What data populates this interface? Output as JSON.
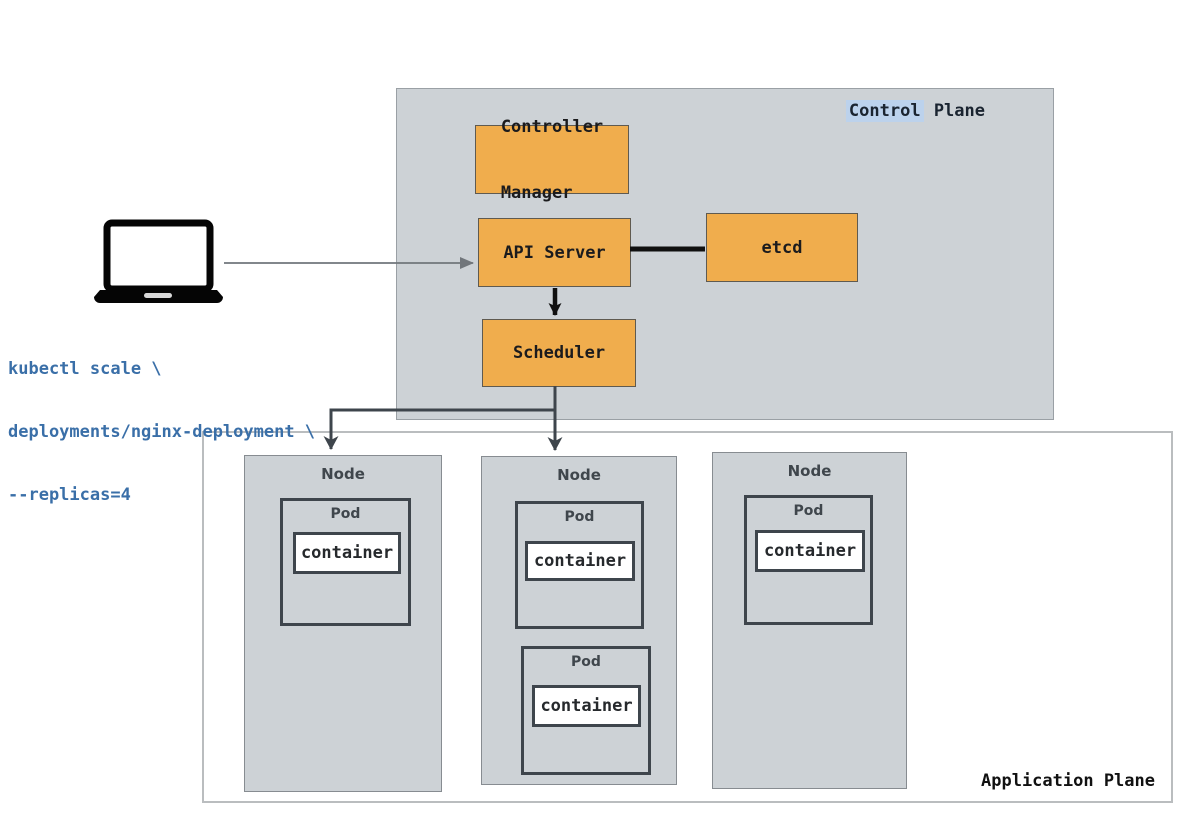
{
  "control_plane": {
    "title_highlight": "Control",
    "title_rest": " Plane",
    "components": [
      {
        "id": "controller-manager",
        "line1": "Controller",
        "line2": "Manager"
      },
      {
        "id": "api-server",
        "label": "API Server"
      },
      {
        "id": "etcd",
        "label": "etcd"
      },
      {
        "id": "scheduler",
        "label": "Scheduler"
      }
    ]
  },
  "command": {
    "lines": [
      "kubectl scale \\",
      "deployments/nginx-deployment \\",
      "--replicas=4"
    ]
  },
  "application_plane": {
    "title": "Application Plane",
    "nodes": [
      {
        "label": "Node",
        "pods": [
          {
            "label": "Pod",
            "container": "container"
          }
        ]
      },
      {
        "label": "Node",
        "pods": [
          {
            "label": "Pod",
            "container": "container"
          },
          {
            "label": "Pod",
            "container": "container"
          }
        ]
      },
      {
        "label": "Node",
        "pods": [
          {
            "label": "Pod",
            "container": "container"
          }
        ]
      }
    ]
  },
  "icons": {
    "laptop": "laptop-icon"
  },
  "colors": {
    "component_orange": "#F0AD4D",
    "plane_gray": "#CDD2D6",
    "title_highlight_blue": "#BCD2EC",
    "command_text_blue": "#3A6FA8",
    "connector_dark": "#3E454C",
    "arrow_black": "#101010",
    "arrow_gray": "#71767B"
  }
}
